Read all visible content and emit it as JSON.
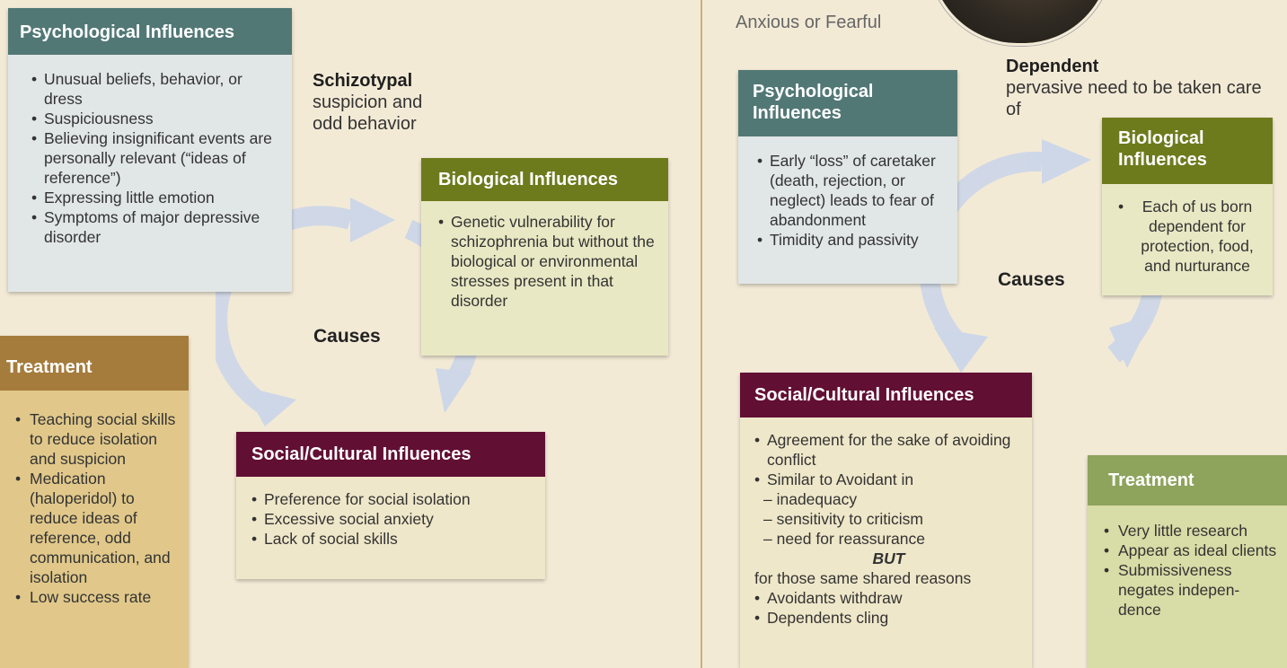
{
  "left": {
    "psych": {
      "title": "Psychological Influences",
      "items": [
        "Unusual beliefs, behavior, or dress",
        "Suspiciousness",
        "Believing insignificant events are personally relevant (“ideas of reference”)",
        "Expressing little emotion",
        "Symptoms of major depressive disorder"
      ]
    },
    "disorder": {
      "name": "Schizotypal",
      "desc": "suspicion and odd behavior"
    },
    "bio": {
      "title": "Biological Influences",
      "items": [
        "Genetic vulnerability for schizophrenia but without the biological or environmental stresses present in that disorder"
      ]
    },
    "causes": "Causes",
    "social": {
      "title": "Social/Cultural Influences",
      "items": [
        "Preference for social isolation",
        "Excessive social anxiety",
        "Lack of social skills"
      ]
    },
    "treatment": {
      "title": "Treatment",
      "items": [
        "Teaching social skills to reduce isolation and suspicion",
        "Medication (haloperidol) to reduce ideas of reference, odd communication, and isolation",
        "Low success rate"
      ]
    }
  },
  "right": {
    "cluster": "Anxious or Fearful",
    "disorder": {
      "name": "Dependent",
      "desc": "pervasive need to be taken care of"
    },
    "psych": {
      "title": "Psychological Influences",
      "items": [
        "Early “loss” of caretaker (death, rejection, or neglect) leads to fear of abandonment",
        "Timidity and passivity"
      ]
    },
    "bio": {
      "title": "Biological Influences",
      "items": [
        "Each of us born dependent for protection, food, and nurturance"
      ]
    },
    "causes": "Causes",
    "social": {
      "title": "Social/Cultural Influences",
      "bullet1": "Agreement for the sake of avoiding conflict",
      "bullet2": "Similar to Avoidant in",
      "dashes": [
        "– inadequacy",
        "– sensitivity to criticism",
        "– need for reassurance"
      ],
      "but": "BUT",
      "plain": "for those same shared reasons",
      "bullet3": "Avoidants withdraw",
      "bullet4": "Dependents cling"
    },
    "treatment": {
      "title": "Treatment",
      "items": [
        "Very little research",
        "Appear as ideal clients",
        "Submissiveness negates indepen-dence"
      ]
    }
  },
  "colors": {
    "teal": "#527876",
    "green": "#6d7b1d",
    "maroon": "#620f34",
    "brown": "#a57c3b",
    "sage": "#8ea35c",
    "background": "#f3ead6"
  }
}
